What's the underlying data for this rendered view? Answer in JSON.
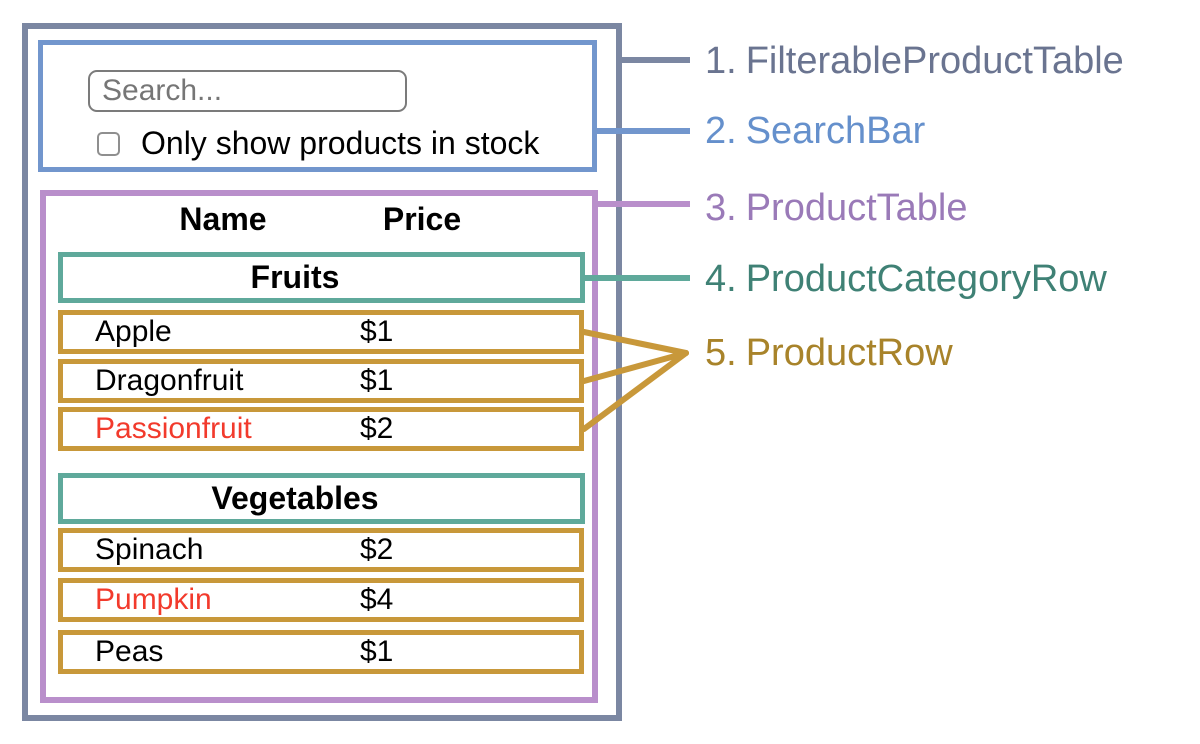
{
  "search_bar": {
    "placeholder": "Search...",
    "checkbox_label": "Only show products in stock",
    "checkbox_checked": false
  },
  "table": {
    "name_header": "Name",
    "price_header": "Price",
    "categories": [
      {
        "label": "Fruits",
        "rows": [
          {
            "name": "Apple",
            "price": "$1",
            "red": false
          },
          {
            "name": "Dragonfruit",
            "price": "$1",
            "red": false
          },
          {
            "name": "Passionfruit",
            "price": "$2",
            "red": true
          }
        ]
      },
      {
        "label": "Vegetables",
        "rows": [
          {
            "name": "Spinach",
            "price": "$2",
            "red": false
          },
          {
            "name": "Pumpkin",
            "price": "$4",
            "red": true
          },
          {
            "name": "Peas",
            "price": "$1",
            "red": false
          }
        ]
      }
    ]
  },
  "legend": [
    {
      "number": "1.",
      "name": "FilterableProductTable",
      "text_color": "#6a7490",
      "line_color": "#7b87a2"
    },
    {
      "number": "2.",
      "name": "SearchBar",
      "text_color": "#6590cc",
      "line_color": "#7296cd"
    },
    {
      "number": "3.",
      "name": "ProductTable",
      "text_color": "#9a7ab8",
      "line_color": "#b98fcb"
    },
    {
      "number": "4.",
      "name": "ProductCategoryRow",
      "text_color": "#3f8175",
      "line_color": "#5fa99b"
    },
    {
      "number": "5.",
      "name": "ProductRow",
      "text_color": "#a8832a",
      "line_color": "#c8983a"
    }
  ],
  "colors": {
    "outer_border": "#7b87a2",
    "search_border": "#7296cd",
    "table_border": "#b98fcb",
    "category_border": "#5fa99b",
    "row_border": "#c8983a",
    "out_of_stock_text": "#f23a2c",
    "table_text": "#000000"
  }
}
